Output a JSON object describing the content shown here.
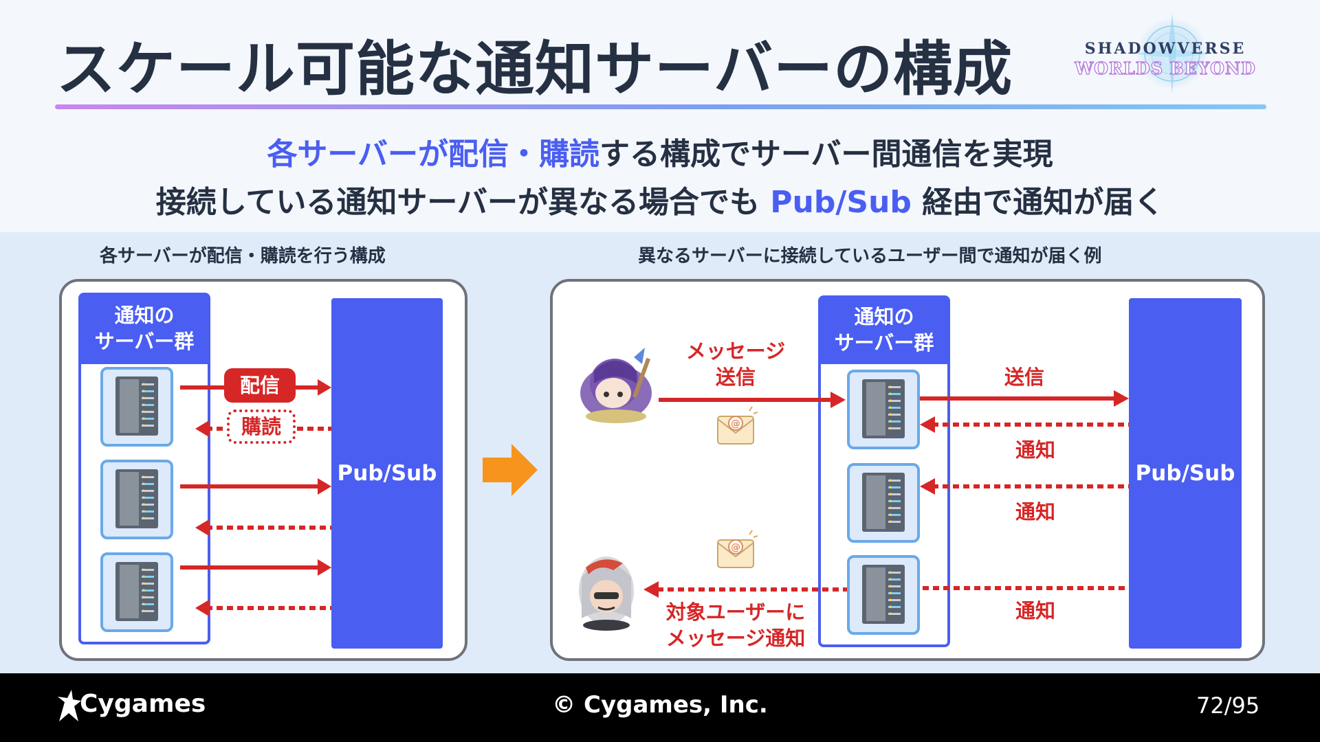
{
  "header": {
    "title": "スケール可能な通知サーバーの構成",
    "logo_line1": "SHADOWVERSE",
    "logo_line2": "WORLDS BEYOND"
  },
  "summary": {
    "line1_highlight_a": "各サーバーが配信",
    "line1_dot": "・",
    "line1_highlight_b": "購読",
    "line1_rest": "する構成でサーバー間通信を実現",
    "line2_before": "接続している通知サーバーが異なる場合でも ",
    "line2_highlight": "Pub/Sub",
    "line2_after": " 経由で通知が届く"
  },
  "left_diagram": {
    "caption": "各サーバーが配信・購読を行う構成",
    "group_label_line1": "通知の",
    "group_label_line2": "サーバー群",
    "publish_label": "配信",
    "subscribe_label": "購読",
    "pubsub_label": "Pub/Sub"
  },
  "right_diagram": {
    "caption": "異なるサーバーに接続しているユーザー間で通知が届く例",
    "group_label_line1": "通知の",
    "group_label_line2": "サーバー群",
    "pubsub_label": "Pub/Sub",
    "send_message_line1": "メッセージ",
    "send_message_line2": "送信",
    "send_label": "送信",
    "notify_label_1": "通知",
    "notify_label_2": "通知",
    "notify_label_3": "通知",
    "target_line1": "対象ユーザーに",
    "target_line2": "メッセージ通知"
  },
  "footer": {
    "brand": "Cygames",
    "copyright": "© Cygames, Inc.",
    "page_current": "72",
    "page_sep": "/",
    "page_total": "95"
  },
  "colors": {
    "accent_blue": "#4a5ef2",
    "arrow_red": "#d62626",
    "server_border": "#6aa9e8",
    "transition_arrow": "#f7941d"
  }
}
